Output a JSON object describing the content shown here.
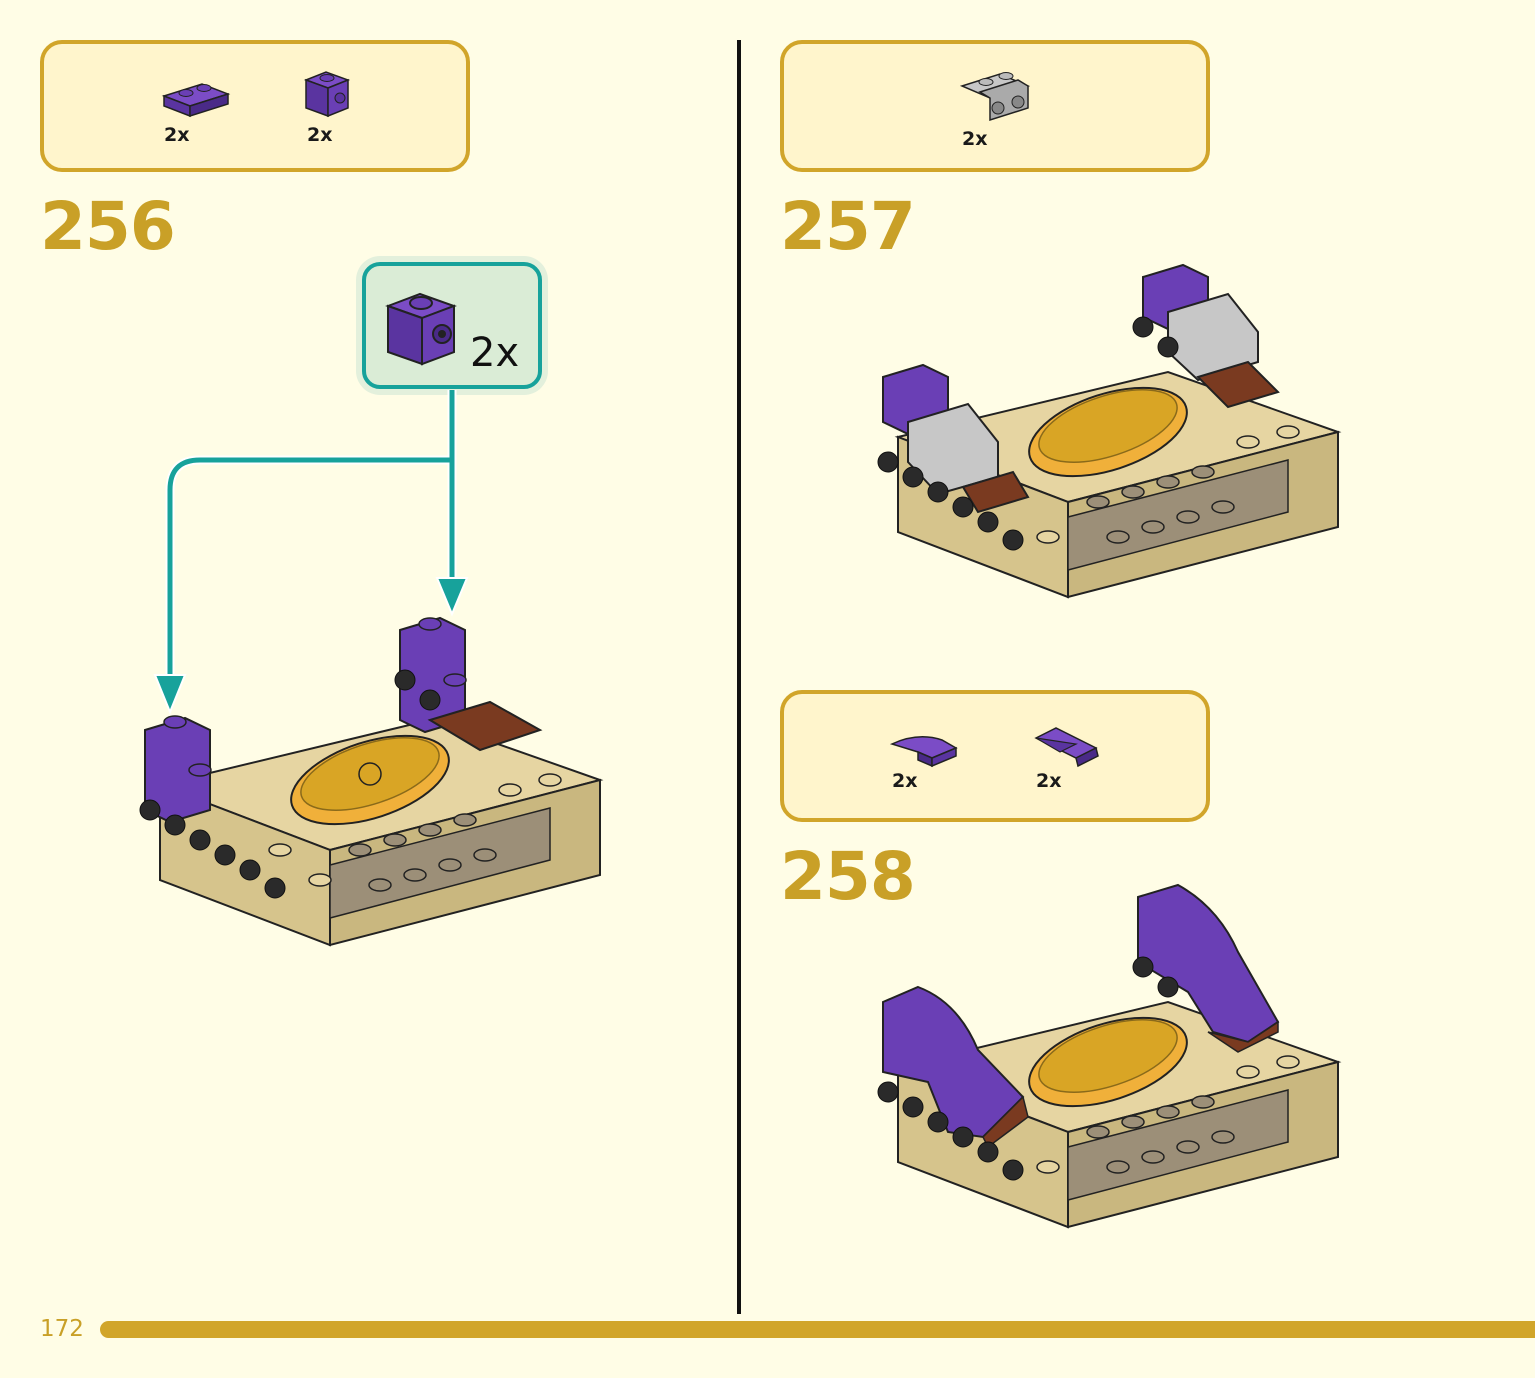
{
  "page": {
    "number": "172"
  },
  "colors": {
    "gold": "#c9a027",
    "teal": "#17a29b",
    "purple": "#6a3fb5",
    "tan": "#e6d5a2",
    "dark_tan": "#9c8f78"
  },
  "steps": [
    {
      "number": "256",
      "parts": [
        {
          "icon": "purple-plate-1x2-icon",
          "qty": "2x"
        },
        {
          "icon": "purple-brick-stud-side-icon",
          "qty": "2x"
        }
      ],
      "callout": {
        "icon": "purple-brick-stud-side-icon",
        "qty": "2x"
      }
    },
    {
      "number": "257",
      "parts": [
        {
          "icon": "grey-bracket-icon",
          "qty": "2x"
        }
      ]
    },
    {
      "number": "258",
      "parts": [
        {
          "icon": "purple-curved-slope-icon",
          "qty": "2x"
        },
        {
          "icon": "purple-wedge-icon",
          "qty": "2x"
        }
      ]
    }
  ]
}
